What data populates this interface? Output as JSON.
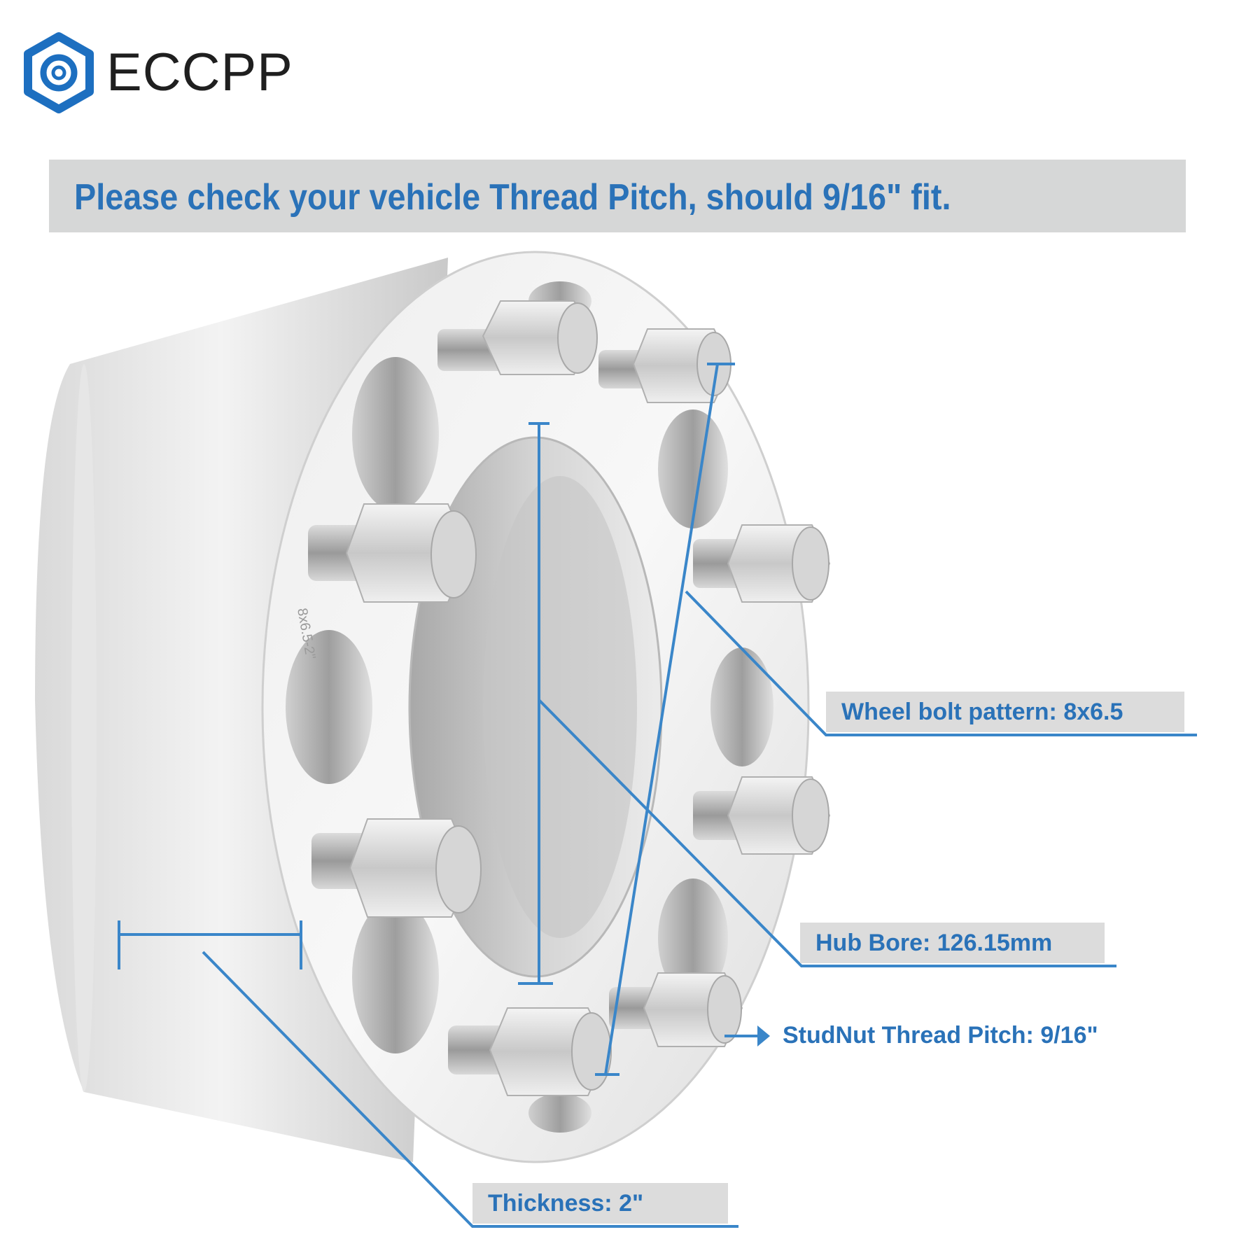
{
  "brand": {
    "name": "ECCPP",
    "logo_icon": "hexagon-logo-icon",
    "accent_color": "#1d6fc0"
  },
  "banner": {
    "text": "Please check your vehicle Thread Pitch, should 9/16\" fit."
  },
  "product": {
    "image": "wheel-spacer-8-lug",
    "stamp": "8x6.5-2\""
  },
  "callouts": {
    "bolt_pattern": "Wheel bolt pattern: 8x6.5",
    "hub_bore": "Hub Bore: 126.15mm",
    "thread_pitch": "StudNut Thread Pitch: 9/16\"",
    "thickness": "Thickness: 2\""
  },
  "colors": {
    "callout_text": "#2a72b8",
    "line": "#3a86c9",
    "label_bg": "#dcdcdc",
    "banner_bg": "#d6d7d7"
  }
}
